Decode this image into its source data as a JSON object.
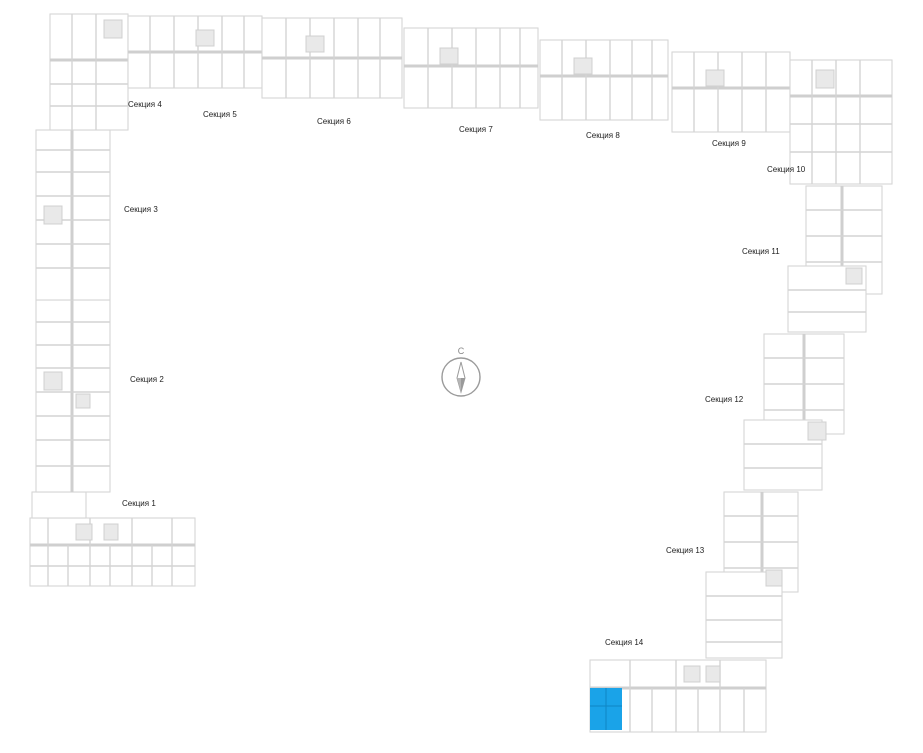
{
  "sections": [
    {
      "id": "1",
      "label": "Секция 1"
    },
    {
      "id": "2",
      "label": "Секция 2"
    },
    {
      "id": "3",
      "label": "Секция 3"
    },
    {
      "id": "4",
      "label": "Секция 4"
    },
    {
      "id": "5",
      "label": "Секция 5"
    },
    {
      "id": "6",
      "label": "Секция 6"
    },
    {
      "id": "7",
      "label": "Секция 7"
    },
    {
      "id": "8",
      "label": "Секция 8"
    },
    {
      "id": "9",
      "label": "Секция 9"
    },
    {
      "id": "10",
      "label": "Секция 10"
    },
    {
      "id": "11",
      "label": "Секция 11"
    },
    {
      "id": "12",
      "label": "Секция 12"
    },
    {
      "id": "13",
      "label": "Секция 13"
    },
    {
      "id": "14",
      "label": "Секция 14"
    }
  ],
  "compass": {
    "north_letter": "С"
  },
  "colors": {
    "highlight": "#1aa3e8",
    "walls": "#d4d4d4",
    "text": "#222222"
  },
  "highlighted_unit": {
    "section": "14"
  }
}
